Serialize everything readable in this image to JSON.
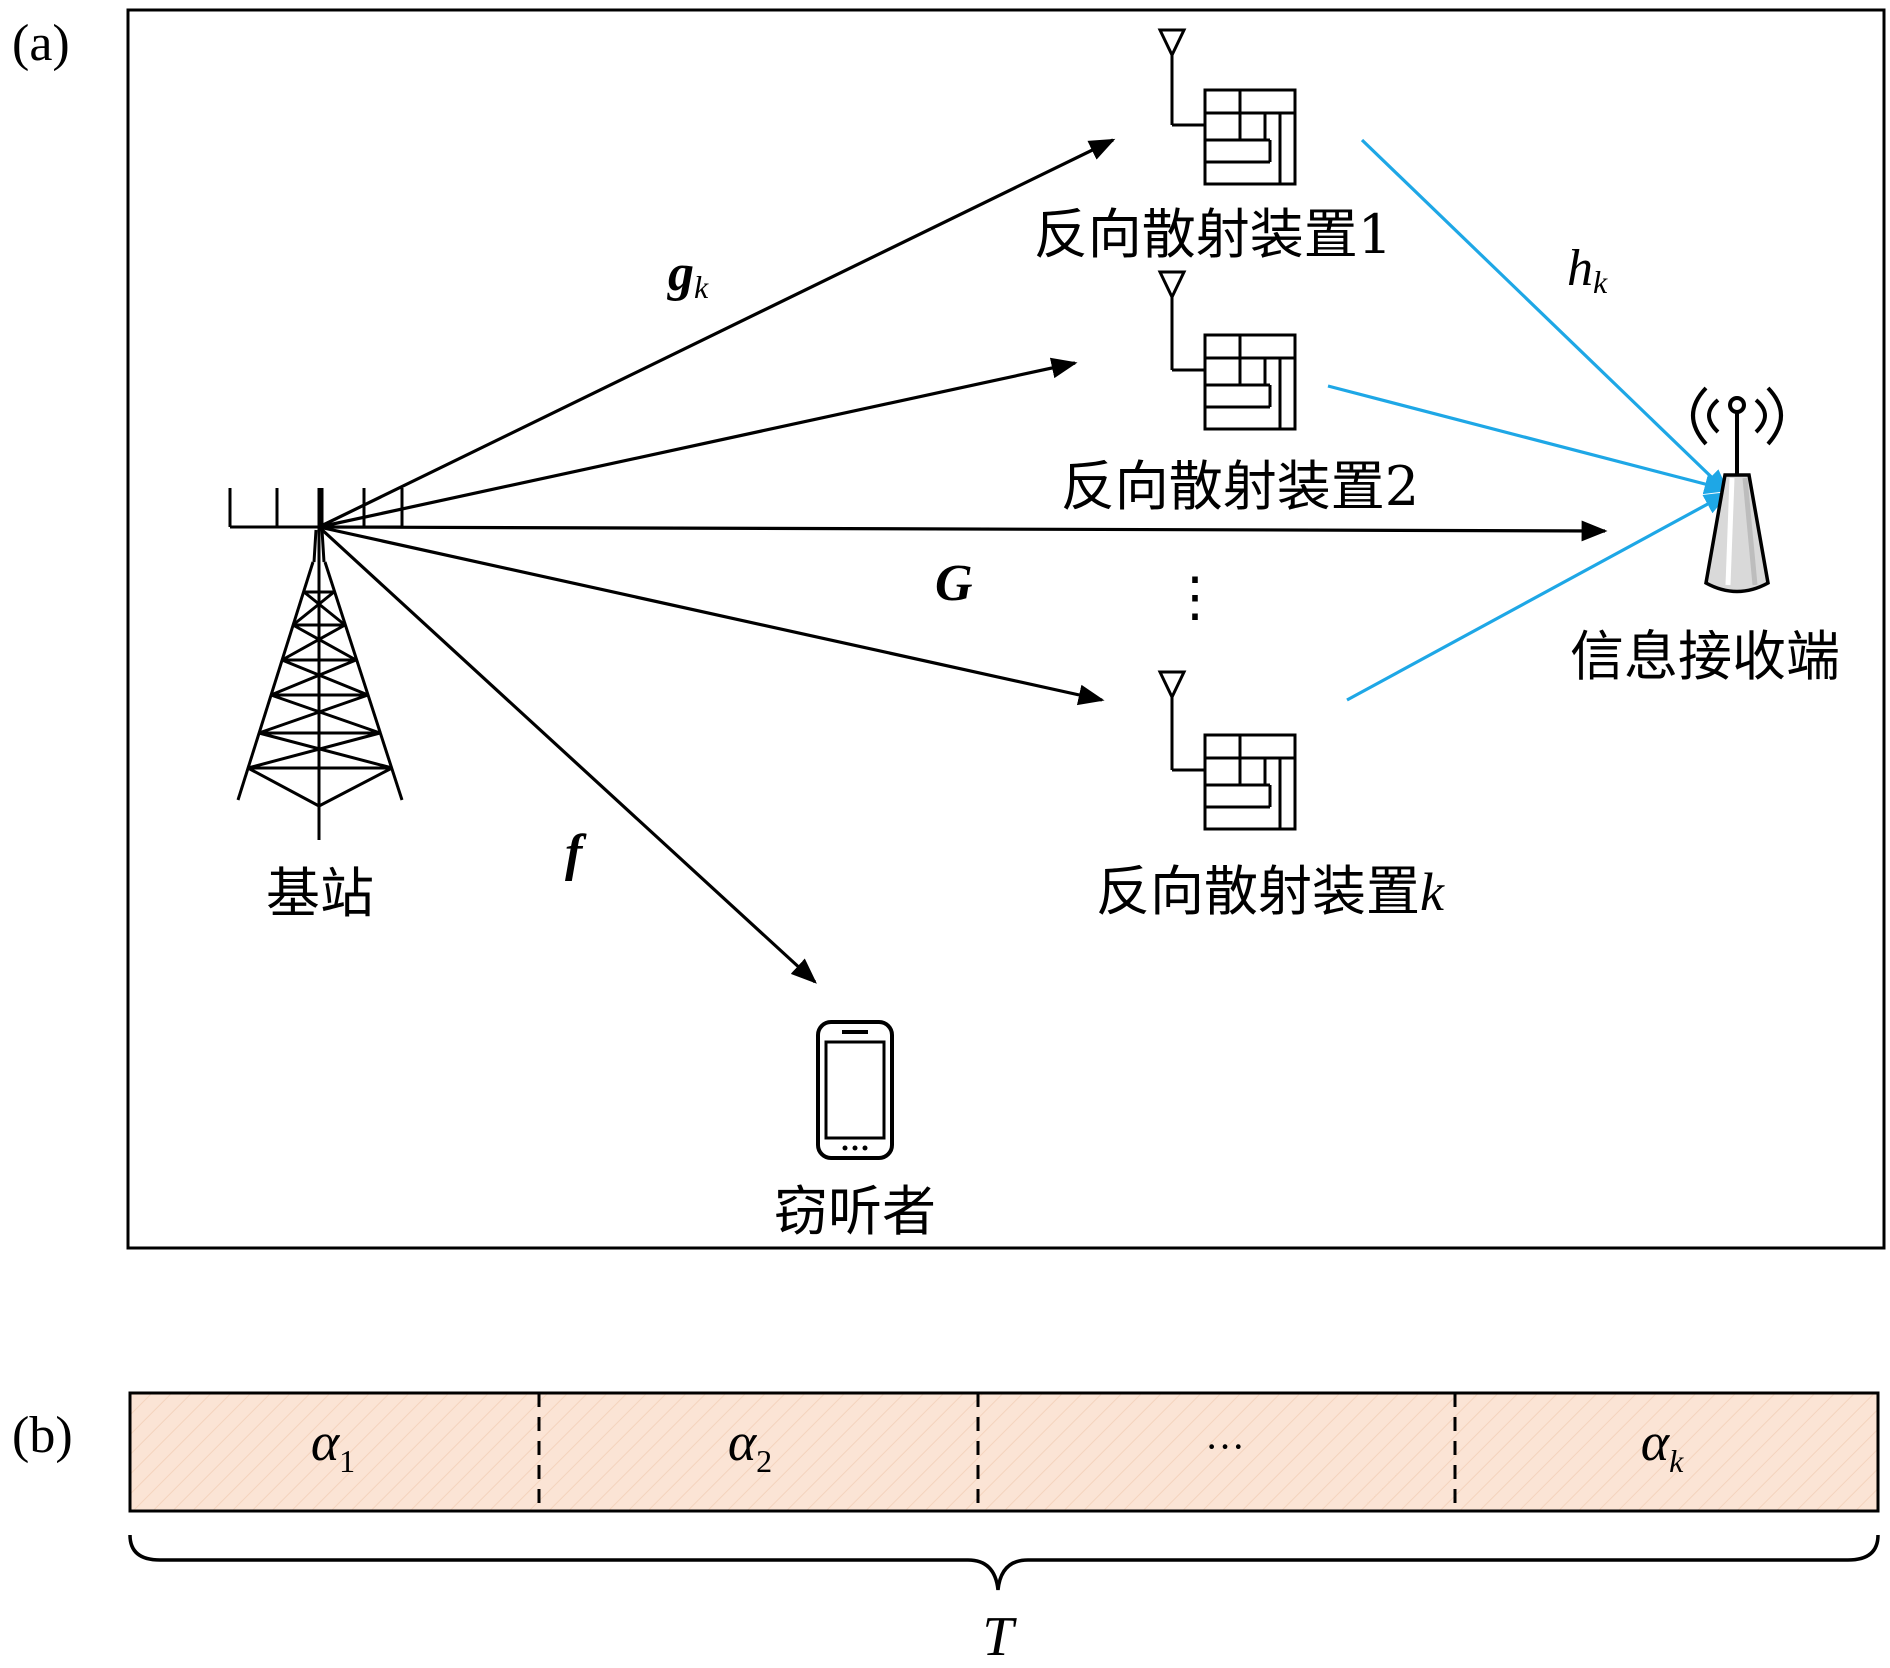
{
  "panel_a": {
    "label": "(a)",
    "base_station_label": "基站",
    "backscatter_devices": [
      {
        "label": "反向散射装置1"
      },
      {
        "label": "反向散射装置2"
      },
      {
        "label": "反向散射装置",
        "suffix": "k"
      }
    ],
    "receiver_label": "信息接收端",
    "eavesdropper_label": "窃听者",
    "vertical_ellipsis": "⋮",
    "channels": {
      "g": {
        "symbol": "g",
        "sub": "k"
      },
      "G": {
        "symbol": "G"
      },
      "f": {
        "symbol": "f"
      },
      "h": {
        "symbol": "h",
        "sub": "k"
      }
    },
    "colors": {
      "link_black": "#000000",
      "link_blue": "#1ea7e6"
    }
  },
  "panel_b": {
    "label": "(b)",
    "slots": [
      {
        "symbol": "α",
        "sub": "1"
      },
      {
        "symbol": "α",
        "sub": "2"
      },
      {
        "text": "···"
      },
      {
        "symbol": "α",
        "sub": "k"
      }
    ],
    "total_label": "T",
    "colors": {
      "fill": "#fbe4d5",
      "border": "#000000"
    }
  }
}
